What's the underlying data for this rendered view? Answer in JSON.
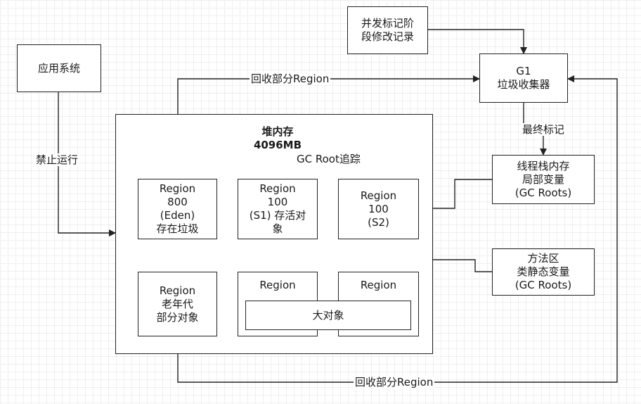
{
  "nodes": {
    "app_system": "应用系统",
    "concurrent_mark": [
      "并发标记阶",
      "段修改记录"
    ],
    "g1": [
      "G1",
      "垃圾收集器"
    ],
    "heap_title": [
      "堆内存",
      "4096MB"
    ],
    "eden": [
      "Region",
      "800",
      "(Eden)",
      "存在垃圾"
    ],
    "s1": [
      "Region",
      "100",
      "(S1) 存活对",
      "象"
    ],
    "s2": [
      "Region",
      "100",
      "(S2)"
    ],
    "thread_stack": [
      "线程栈内存",
      "局部变量",
      "(GC Roots)"
    ],
    "method_area": [
      "方法区",
      "类静态变量",
      "(GC Roots)"
    ],
    "old_gen": [
      "Region",
      "老年代",
      "部分对象"
    ],
    "region_a": "Region",
    "region_b": "Region",
    "big_object": "大对象"
  },
  "edges": {
    "disable_run": "禁止运行",
    "reclaim_top": "回收部分Region",
    "reclaim_bottom": "回收部分Region",
    "final_mark": "最终标记",
    "gc_root_trace": "GC Root追踪"
  }
}
